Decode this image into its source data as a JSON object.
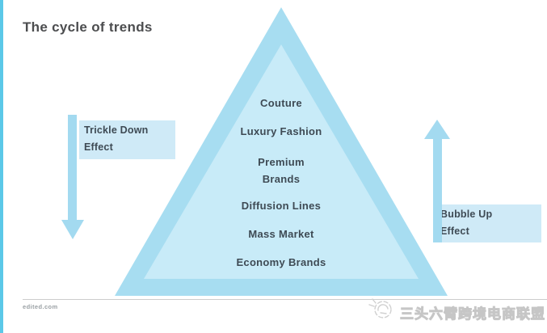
{
  "header": {
    "title": "The cycle of trends"
  },
  "pyramid": {
    "levels": [
      "Couture",
      "Luxury Fashion",
      "Premium\nBrands",
      "Diffusion Lines",
      "Mass Market",
      "Economy Brands"
    ]
  },
  "annotations": {
    "trickle_down": "Trickle Down\nEffect",
    "bubble_up": "Bubble Up\n Effect"
  },
  "footer": {
    "source": "edited.com",
    "watermark": "三头六臂跨境电商联盟"
  },
  "colors": {
    "accent_bar": "#5bc8e8",
    "pyramid_outer": "#a7ddf1",
    "pyramid_inner": "#c8ebf8",
    "label_box": "#cfeaf7",
    "arrow": "#a3daf0",
    "text_dark": "#3e4a54",
    "title_text": "#4c4d4f"
  }
}
